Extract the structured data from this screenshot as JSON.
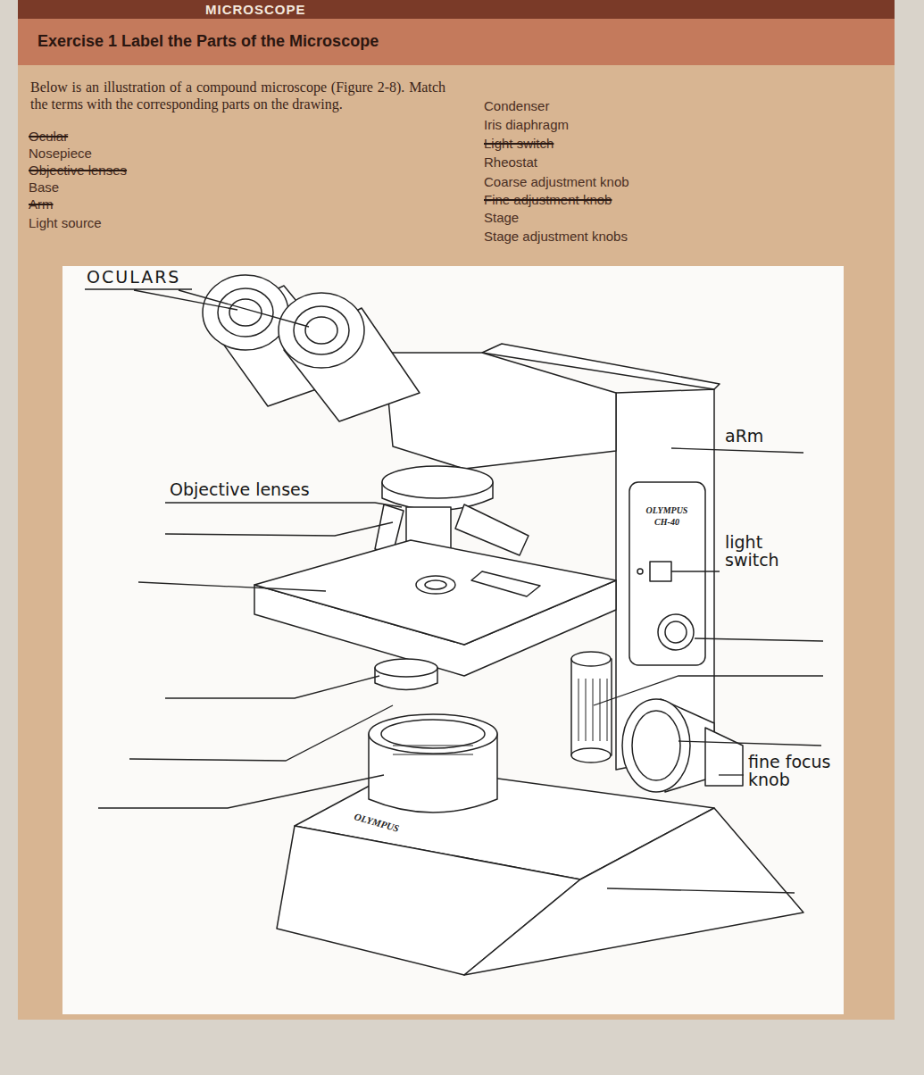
{
  "diagram": {
    "title": "Exercise 1 Label the Parts of the Microscope",
    "labels": [
      "MICROSCOPE",
      "Below is an illustration of a compound microscope (Figure 2-8). Match the terms with the corresponding parts on the drawing.",
      "Ocular",
      "Nosepiece",
      "Objective lenses",
      "Base",
      "Arm",
      "Light source",
      "Condenser",
      "Iris diaphragm",
      "Light switch",
      "Rheostat",
      "Coarse adjustment knob",
      "Fine adjustment knob",
      "Stage",
      "Stage adjustment knobs",
      "OCULARS",
      "Objective lenses",
      "aRm",
      "light switch",
      "fine focus knob",
      "OLYMPUS",
      "CH-40",
      "OLYMPUS"
    ]
  }
}
